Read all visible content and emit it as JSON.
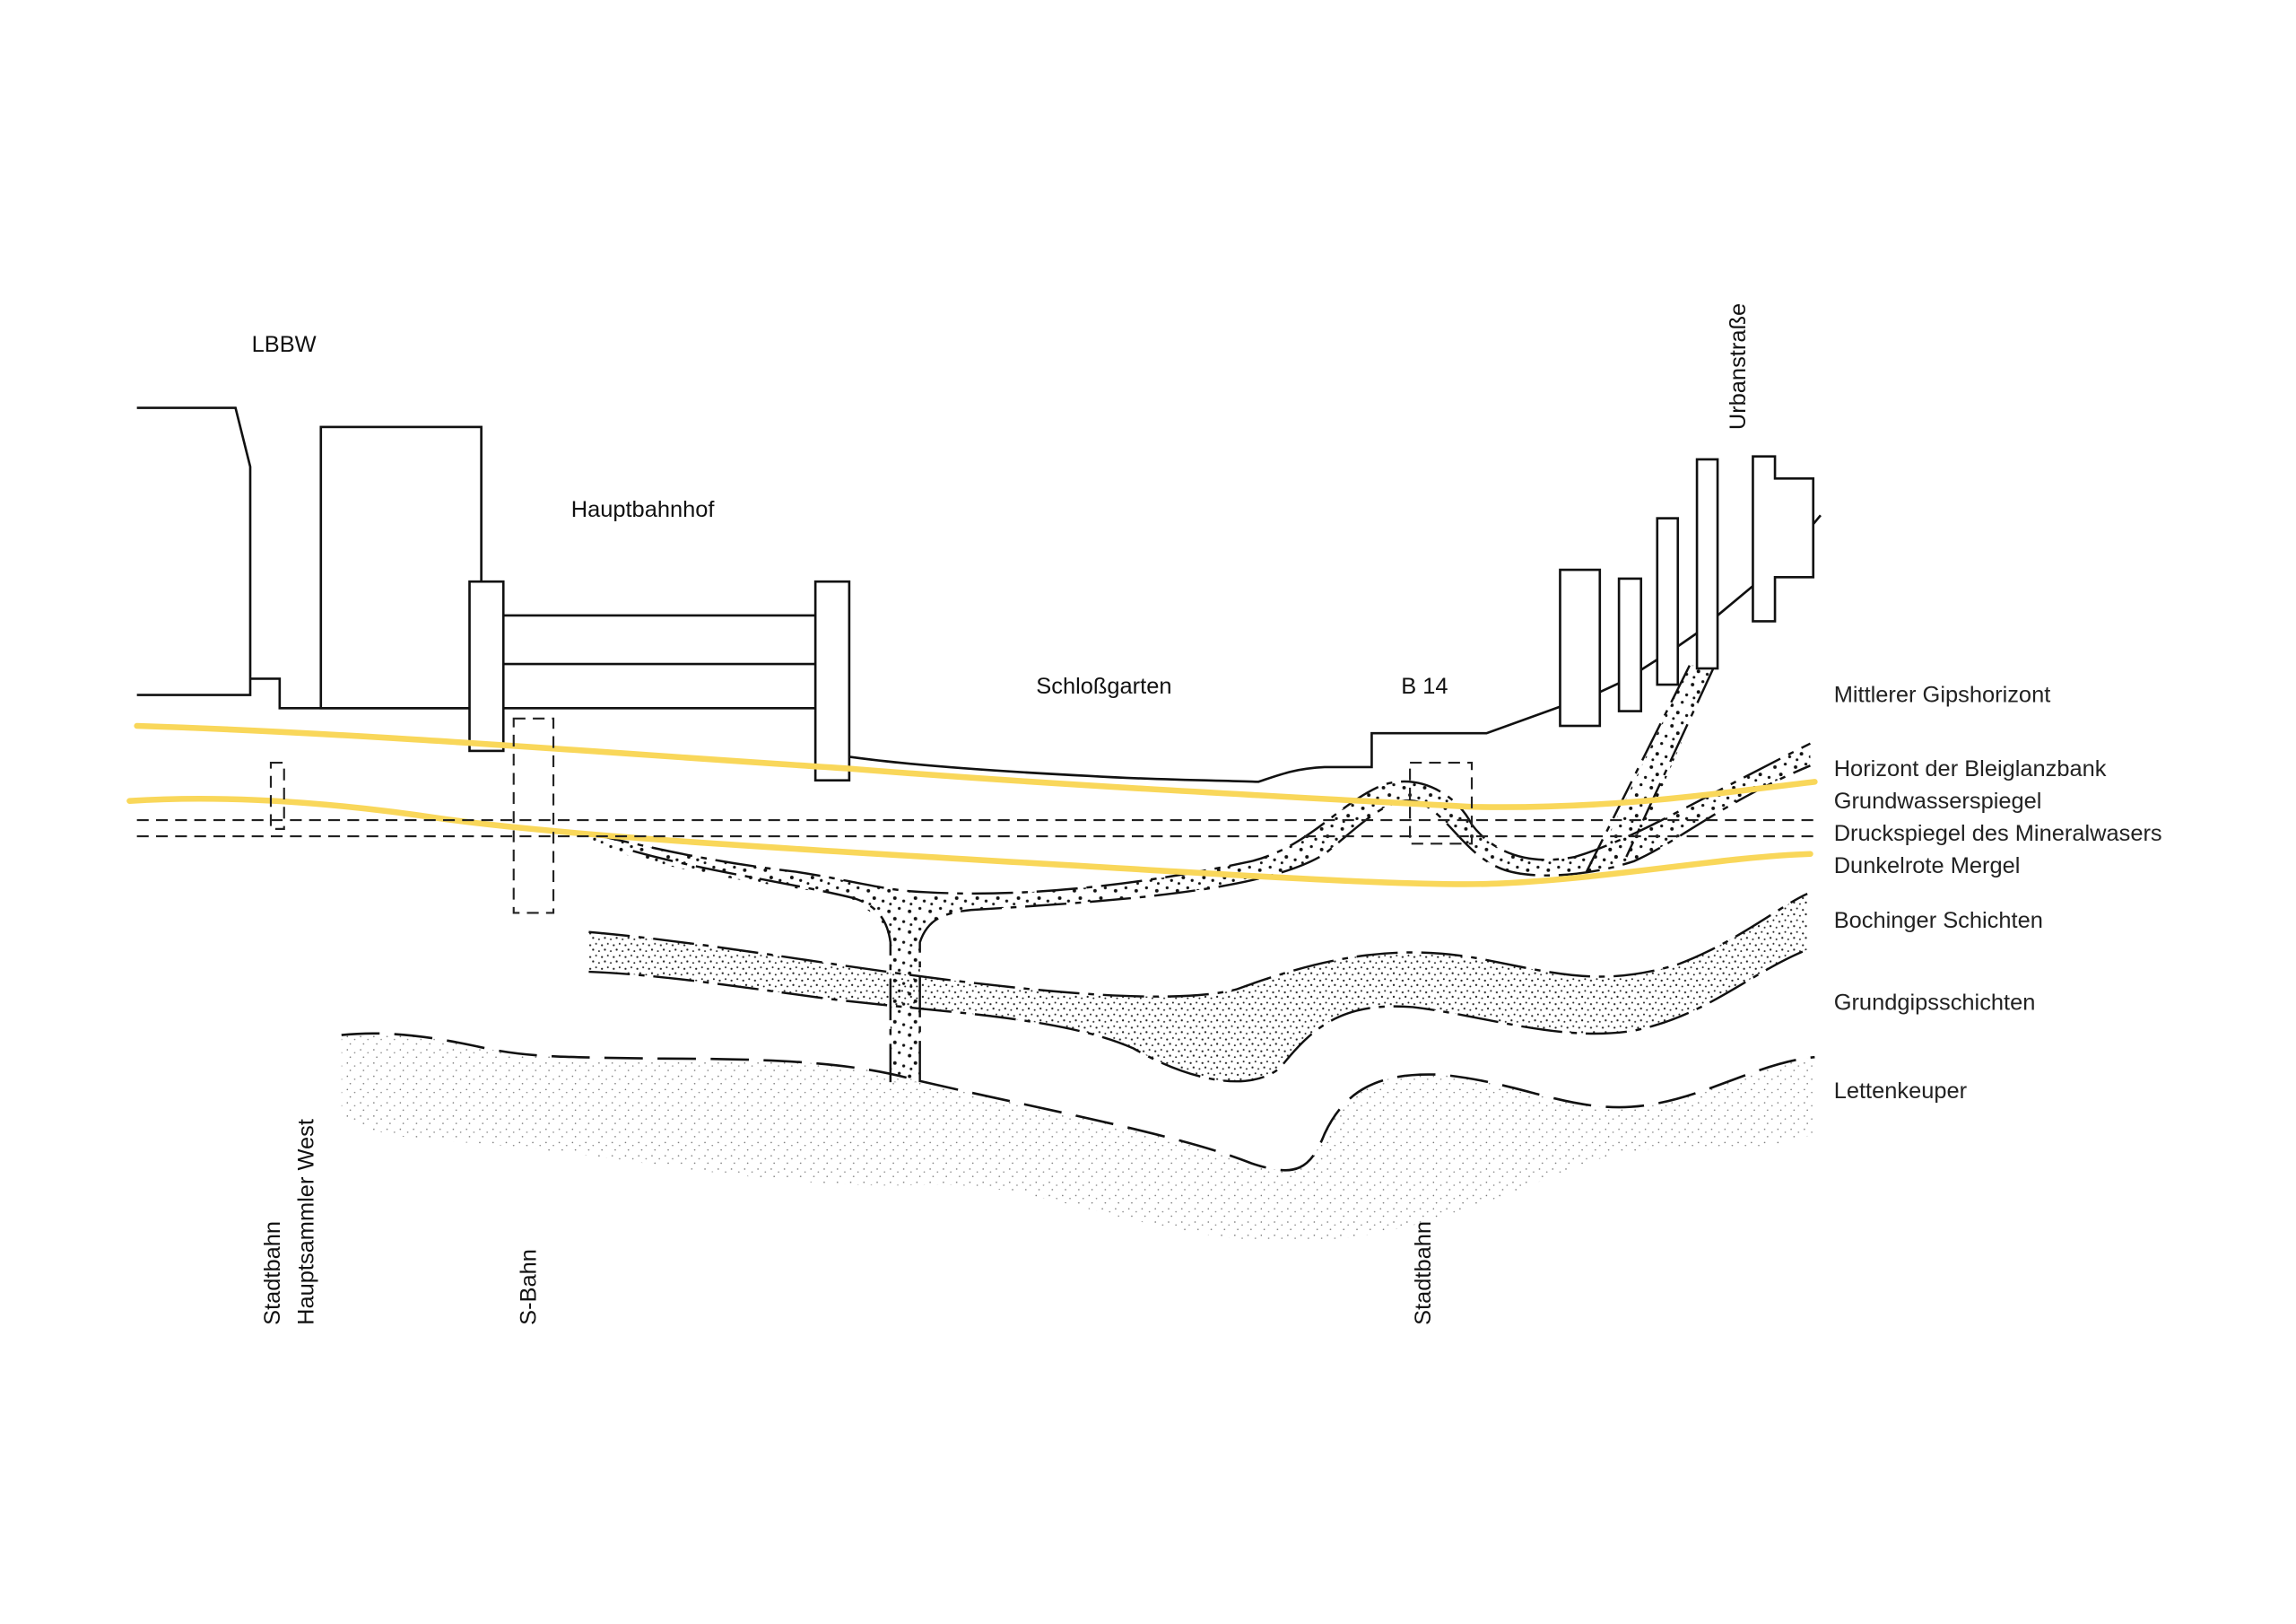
{
  "colors": {
    "groundwater": "#F9D75A",
    "ink": "#111111"
  },
  "places": {
    "lbbw": "LBBW",
    "hauptbahnhof": "Hauptbahnhof",
    "schlossgarten": "Schloßgarten",
    "b14": "B 14",
    "urbanstrasse": "Urbanstraße"
  },
  "tunnels": {
    "stadtbahn_west": "Stadtbahn",
    "hauptsammler": "Hauptsammler West",
    "sbahn": "S-Bahn",
    "stadtbahn_east": "Stadtbahn"
  },
  "layers": [
    "Mittlerer Gipshorizont",
    "Horizont der Bleiglanzbank",
    "Grundwasserspiegel",
    "Druckspiegel des Mineralwasers",
    "Dunkelrote Mergel",
    "Bochinger Schichten",
    "Grundgipsschichten",
    "Lettenkeuper"
  ]
}
